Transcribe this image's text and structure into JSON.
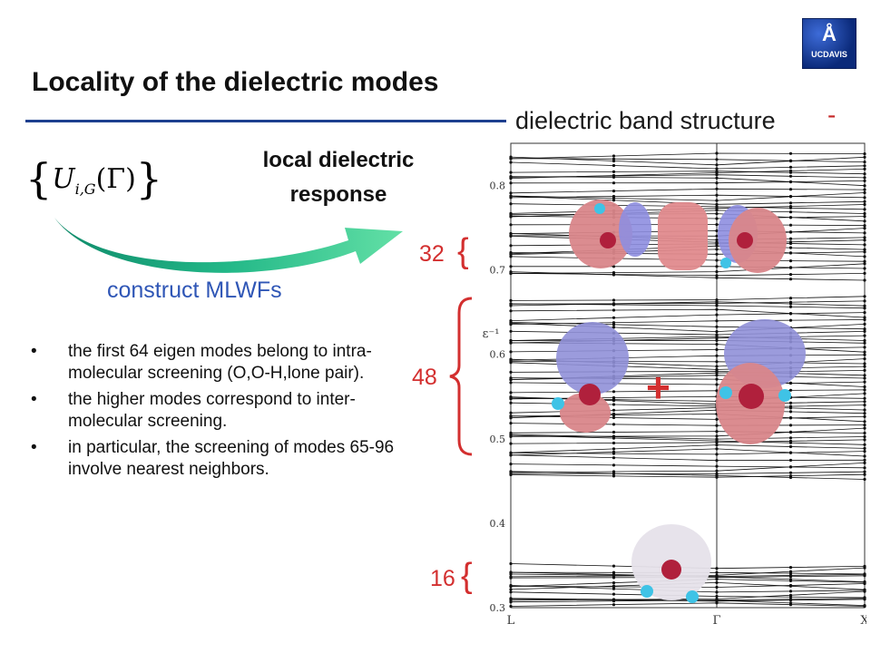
{
  "title": "Locality of the dielectric modes",
  "band_structure_title": "dielectric band structure",
  "band_title_dash": "-",
  "logo": {
    "glyph": "Å",
    "text": "UCDAVIS"
  },
  "formula": "U_{i,G}(Γ)",
  "formula_parts": {
    "base": "U",
    "sub": "i,G",
    "arg": "(Γ)"
  },
  "local_response": [
    "local dielectric",
    "response"
  ],
  "construct_label": "construct MLWFs",
  "bullets": [
    "the first 64 eigen modes belong to intra-molecular screening (O,O-H,lone pair).",
    "the higher modes correspond to inter-molecular screening.",
    "in particular, the screening of modes 65-96 involve nearest neighbors."
  ],
  "group_counts": [
    "32",
    "48",
    "16"
  ],
  "plus_sign": "+",
  "chart_data": {
    "type": "line",
    "x_ticks": [
      "L",
      "Γ",
      "X"
    ],
    "y_ticks": [
      "0.3",
      "0.4",
      "0.5",
      "0.6",
      "0.7",
      "0.8"
    ],
    "ylim": [
      0.3,
      0.85
    ],
    "ylabel": "ε⁻¹",
    "grid": false,
    "band_groups": [
      {
        "count": 16,
        "range": [
          0.3,
          0.35
        ]
      },
      {
        "count": 48,
        "range": [
          0.45,
          0.67
        ]
      },
      {
        "count": 32,
        "range": [
          0.69,
          0.84
        ]
      }
    ]
  },
  "colors": {
    "title_rule": "#1d3f8f",
    "accent_red": "#d32f2f",
    "arrow_green": "#1aa37a",
    "link_blue": "#2f56b6"
  }
}
